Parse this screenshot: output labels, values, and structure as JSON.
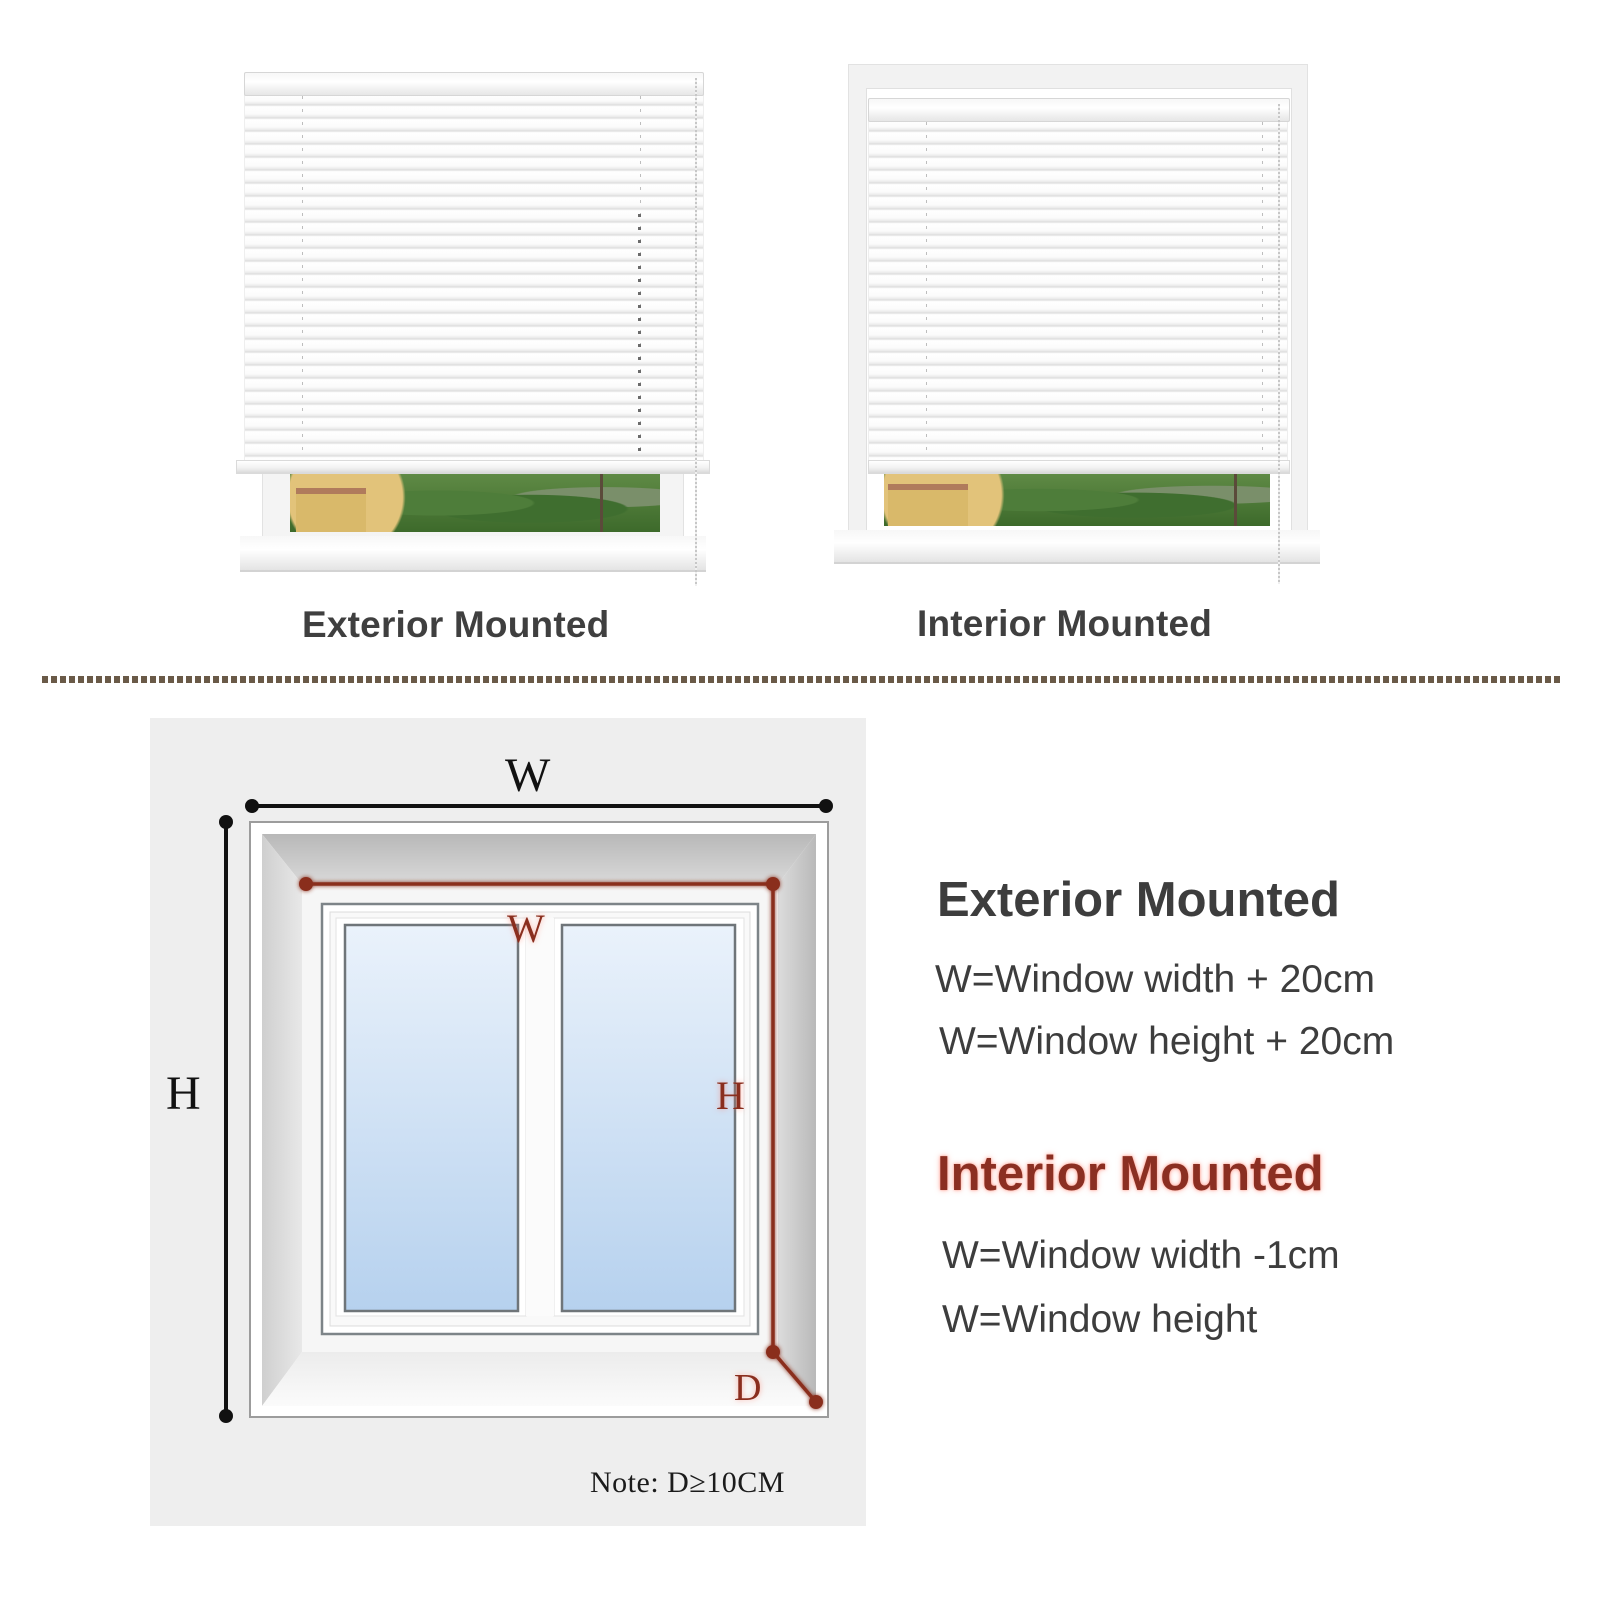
{
  "top_section": {
    "exterior": {
      "caption": "Exterior Mounted"
    },
    "interior": {
      "caption": "Interior Mounted"
    }
  },
  "diagram": {
    "outer_width_label": "W",
    "outer_height_label": "H",
    "inner_width_label": "W",
    "inner_height_label": "H",
    "depth_label": "D",
    "note": "Note: D≥10CM",
    "colors": {
      "panel_bg": "#eeeeee",
      "outer_measure": "#111111",
      "inner_measure": "#8a2e1e",
      "glass_top": "#e8f1fb",
      "glass_bottom": "#b7d2ee"
    }
  },
  "instructions": {
    "exterior": {
      "heading": "Exterior Mounted",
      "lines": [
        "W=Window width + 20cm",
        "W=Window height + 20cm"
      ]
    },
    "interior": {
      "heading": "Interior Mounted",
      "lines": [
        "W=Window width -1cm",
        "W=Window height"
      ]
    },
    "colors": {
      "exterior_heading": "#3d3d3d",
      "interior_heading": "#8b2f22",
      "body": "#3d3d3d"
    }
  },
  "divider": {
    "color": "#6a5a48",
    "style": "dotted"
  }
}
